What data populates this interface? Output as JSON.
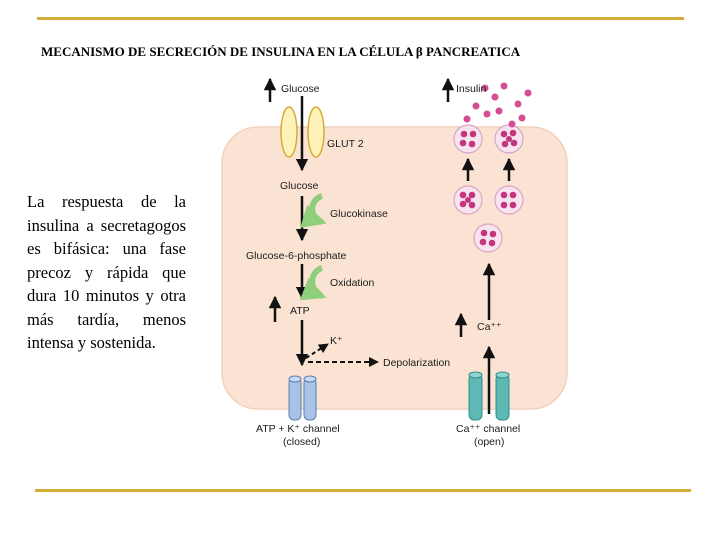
{
  "slide": {
    "title": "MECANISMO DE SECRECIÓN DE INSULINA EN LA CÉLULA β PANCREATICA",
    "description": "La respuesta de la insulina a secretagogos es bifásica: una fase precoz y rápida que dura 10 minutos y otra más tardía, menos intensa y sostenida."
  },
  "diagram": {
    "labels": {
      "glucose_outside": "Glucose",
      "glut2": "GLUT 2",
      "glucose_inside": "Glucose",
      "glucokinase": "Glucokinase",
      "glucose6p": "Glucose-6-phosphate",
      "oxidation": "Oxidation",
      "atp": "ATP",
      "k": "K⁺",
      "depolarization": "Depolarization",
      "katp_channel": "ATP + K⁺ channel",
      "katp_state": "(closed)",
      "insulin": "Insulin",
      "ca_in": "Ca⁺⁺",
      "ca_channel": "Ca⁺⁺ channel",
      "ca_state": "(open)"
    },
    "colors": {
      "cell": "#fbe3d3",
      "cell_border": "#f0d2bd",
      "glut_fill": "#fdf2b8",
      "glut_stroke": "#d9a93a",
      "enzyme_arrow": "#8fcf7b",
      "katp_channel": "#a9c3e8",
      "ca_channel": "#5eb9b4",
      "granule": "#c3357e",
      "accent_rule": "#d4ac3a"
    }
  }
}
